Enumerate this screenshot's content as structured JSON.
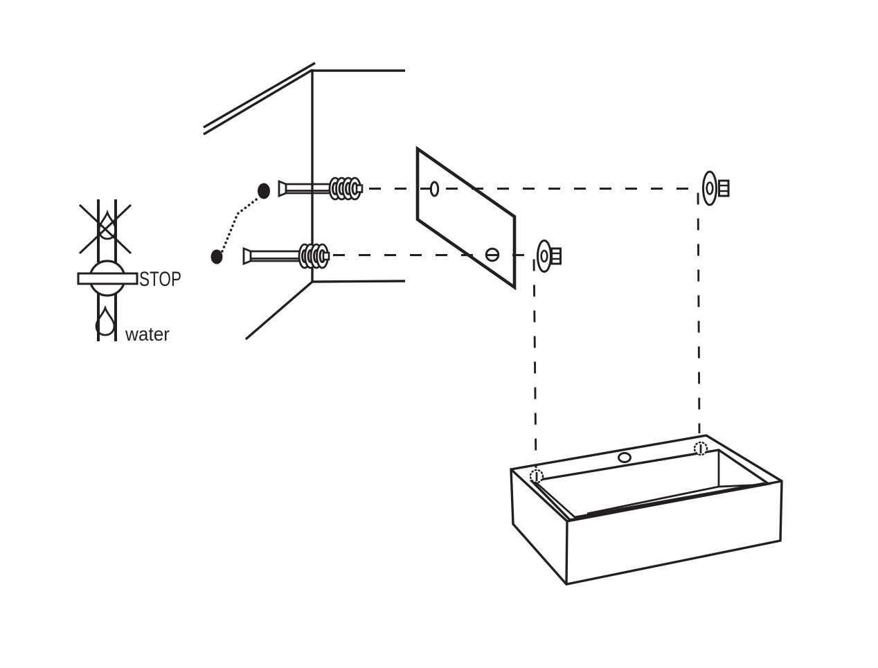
{
  "diagram": {
    "kind": "washbasin wall-mount installation exploded diagram",
    "background_color": "#ffffff",
    "line_color": "#231f20",
    "water_symbol": {
      "stop_label": "STOP",
      "water_label": "water"
    },
    "parts": [
      "water-shutoff-symbol",
      "wall-corner",
      "drill-holes",
      "wall-anchor-upper",
      "wall-anchor-lower",
      "mounting-plate",
      "washer-nut-upper",
      "washer-nut-lower",
      "alignment-dashed-lines",
      "washbasin"
    ]
  }
}
